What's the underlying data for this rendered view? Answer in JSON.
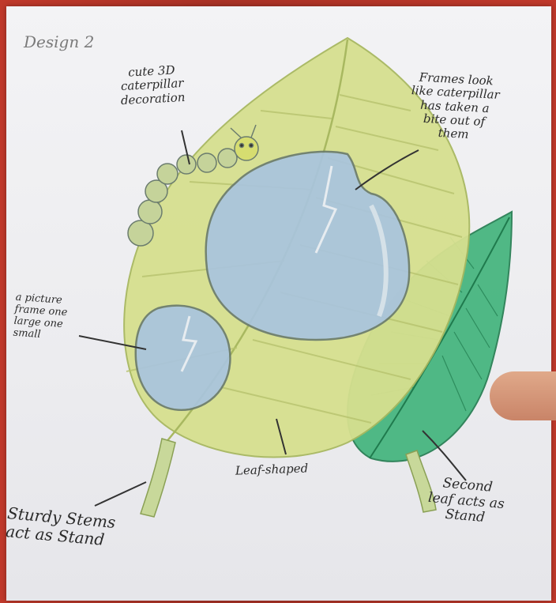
{
  "drawing": {
    "title": "Design 2",
    "annotations": {
      "caterpillar": "cute 3D\ncaterpillar\ndecoration",
      "frames": "Frames look\nlike caterpillar\nhas taken a\nbite out of\nthem",
      "picture": "a picture\nframe one\nlarge one\nsmall",
      "leaf_shaped": "Leaf-shaped",
      "stems": "Sturdy Stems\nact as Stand",
      "second_leaf": "Second\nleaf acts as\nStand"
    }
  },
  "colors": {
    "background": "#c0392b",
    "paper": "#ececef",
    "leaf_light": "#d7df8f",
    "leaf_dark": "#2ea36b",
    "frame_blue": "#a9c4de"
  }
}
